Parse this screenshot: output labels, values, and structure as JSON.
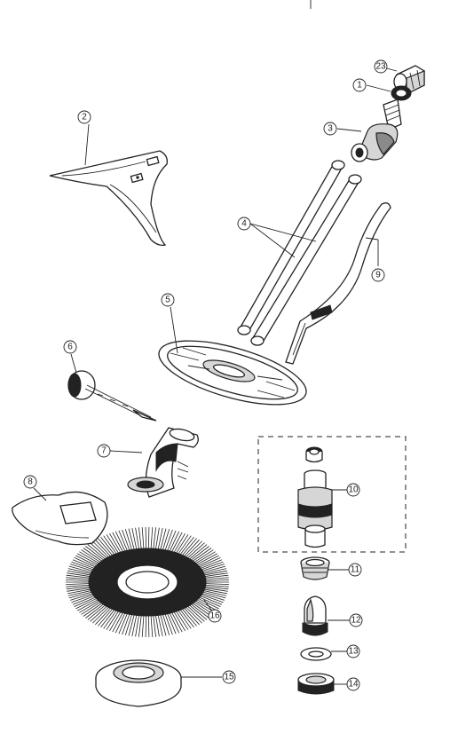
{
  "callouts": {
    "p1": "1",
    "p2": "2",
    "p3": "3",
    "p4": "4",
    "p5": "5",
    "p6": "6",
    "p7": "7",
    "p8": "8",
    "p9": "9",
    "p10": "10",
    "p11": "11",
    "p12": "12",
    "p13": "13",
    "p14": "14",
    "p15": "15",
    "p16": "16",
    "p23": "23"
  }
}
